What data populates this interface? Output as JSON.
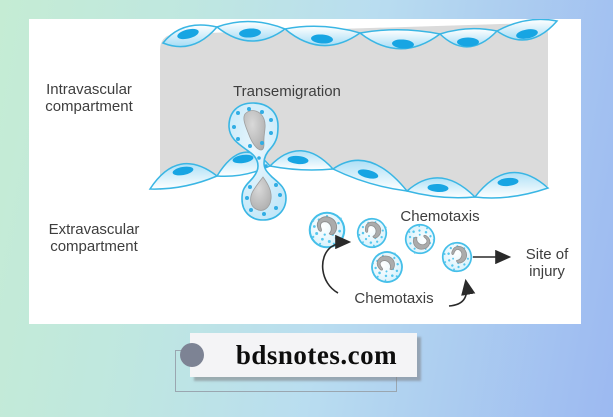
{
  "diagram": {
    "labels": {
      "intravascular": {
        "line1": "Intravascular",
        "line2": "compartment"
      },
      "extravascular": {
        "line1": "Extravascular",
        "line2": "compartment"
      },
      "transmigration": "Transemigration",
      "chemotaxis_top": "Chemotaxis",
      "chemotaxis_bottom": "Chemotaxis",
      "site_of_injury": {
        "line1": "Site of",
        "line2": "injury"
      }
    },
    "colors": {
      "vessel_lumen_gray": "#dbdbdb",
      "endothelium_outline": "#3ab6e4",
      "endothelium_nucleus": "#17a5e3",
      "cell_speckle_blue": "#4fc3ec",
      "leukocyte_nucleus_gray": "#ababab",
      "label_text": "#3e3e3e",
      "arrow_black": "#2a2a2a",
      "background_green": "#c5ecd4",
      "background_blue": "#9cb9f1"
    }
  },
  "watermark": {
    "text": "bdsnotes.com",
    "circle_color": "#7d8394"
  }
}
